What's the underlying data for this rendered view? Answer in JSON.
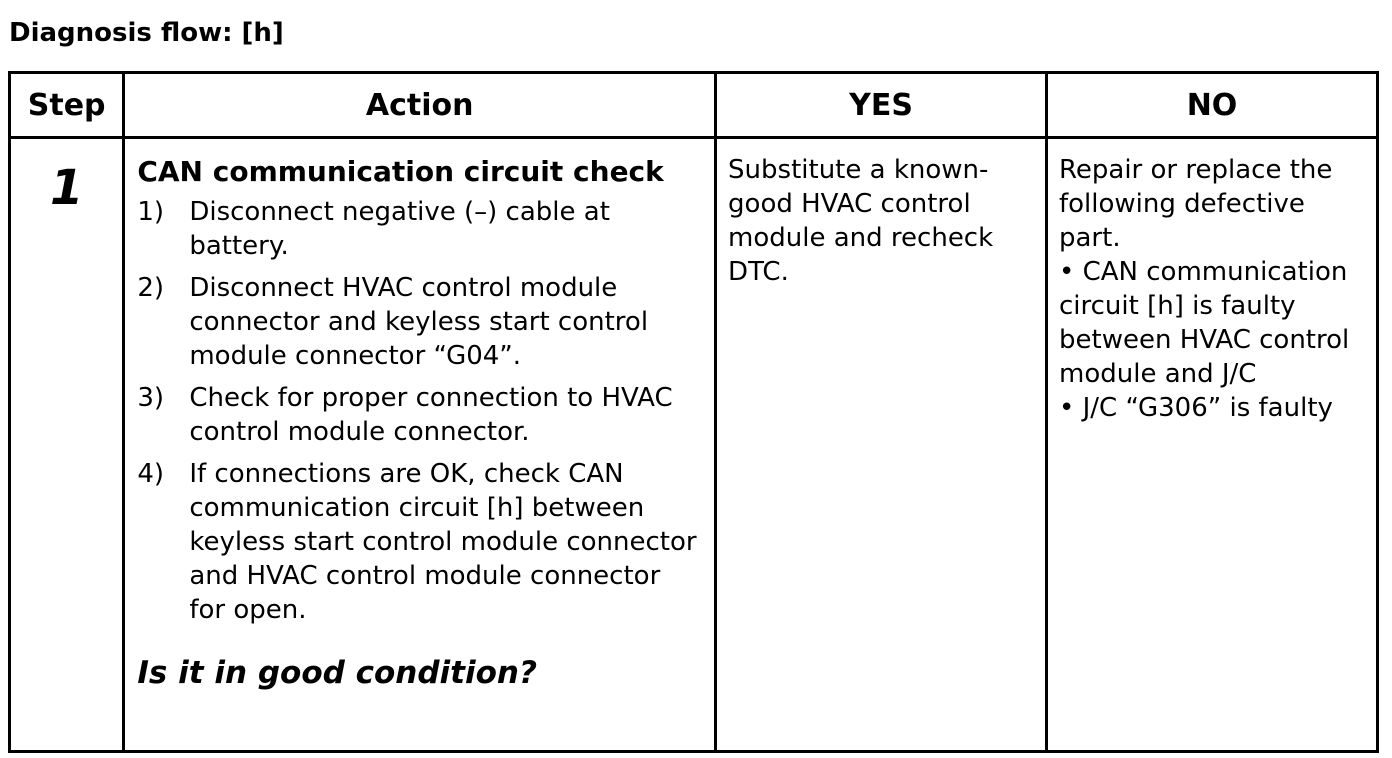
{
  "title": "Diagnosis flow: [h]",
  "table": {
    "headers": {
      "step": "Step",
      "action": "Action",
      "yes": "YES",
      "no": "NO"
    },
    "rows": [
      {
        "step": "1",
        "action": {
          "heading": "CAN communication circuit check",
          "steps": [
            {
              "num": "1)",
              "text": "Disconnect negative (–) cable at battery."
            },
            {
              "num": "2)",
              "text": "Disconnect HVAC control module connector and keyless start control module connector “G04”."
            },
            {
              "num": "3)",
              "text": "Check for proper connection to HVAC control module connector."
            },
            {
              "num": "4)",
              "text": "If connections are OK, check CAN communication circuit [h] between keyless start control module connector and HVAC control module connector for open."
            }
          ],
          "question": "Is it in good condition?"
        },
        "yes": "Substitute a known-good HVAC control module and recheck DTC.",
        "no": {
          "intro": "Repair or replace the following defective part.",
          "items": [
            "• CAN communication circuit [h] is faulty between HVAC control module and J/C",
            "• J/C “G306” is faulty"
          ]
        }
      }
    ]
  }
}
